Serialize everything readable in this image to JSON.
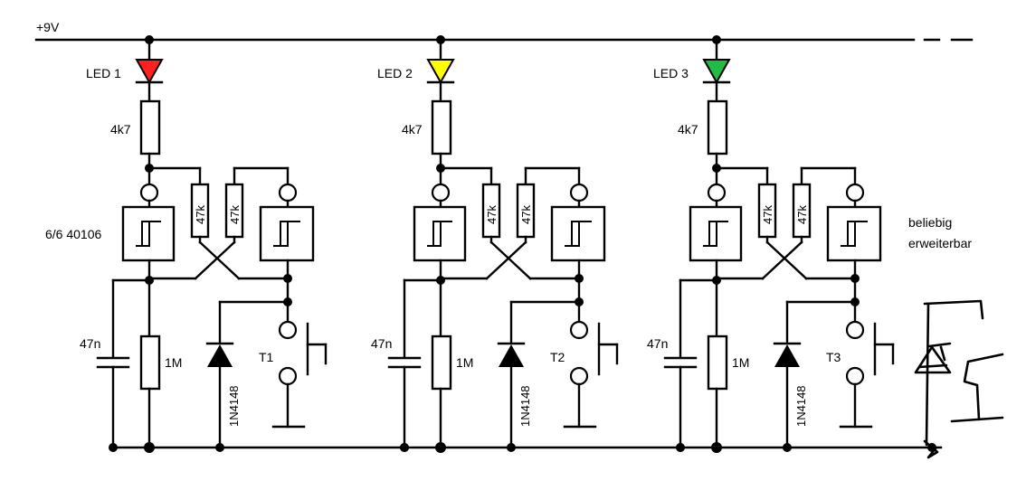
{
  "supply": {
    "label": "+9V"
  },
  "ic_label": "6/6 40106",
  "note": {
    "line1": "beliebig",
    "line2": "erweiterbar"
  },
  "stages": [
    {
      "led": "LED 1",
      "led_color": "#ff2020",
      "r_led": "4k7",
      "r_fb1": "47k",
      "r_fb2": "47k",
      "cap": "47n",
      "r_pull": "1M",
      "diode": "1N4148",
      "button": "T1",
      "fb2_text_color": "#8a6a00"
    },
    {
      "led": "LED 2",
      "led_color": "#ffff00",
      "r_led": "4k7",
      "r_fb1": "47k",
      "r_fb2": "47k",
      "cap": "47n",
      "r_pull": "1M",
      "diode": "1N4148",
      "button": "T2",
      "fb2_text_color": "#8a6a00"
    },
    {
      "led": "LED 3",
      "led_color": "#22bb44",
      "r_led": "4k7",
      "r_fb1": "47k",
      "r_fb2": "47k",
      "cap": "47n",
      "r_pull": "1M",
      "diode": "1N4148",
      "button": "T3",
      "fb2_text_color": "#1a3d8f"
    }
  ],
  "colors": {
    "wire": "#000000",
    "resistor_text": "#8a6a00",
    "diode_text": "#1a3d8f"
  }
}
